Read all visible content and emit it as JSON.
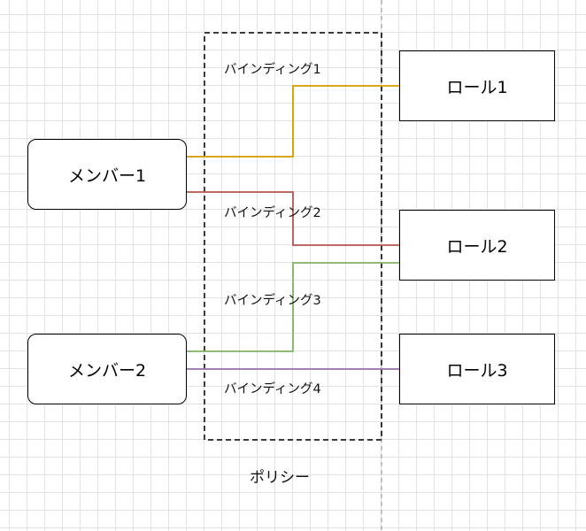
{
  "members": [
    {
      "label": "メンバー1"
    },
    {
      "label": "メンバー2"
    }
  ],
  "roles": [
    {
      "label": "ロール1"
    },
    {
      "label": "ロール2"
    },
    {
      "label": "ロール3"
    }
  ],
  "policy": {
    "label": "ポリシー"
  },
  "bindings": [
    {
      "label": "バインディング1",
      "color": "#d79b00"
    },
    {
      "label": "バインディング2",
      "color": "#b85450"
    },
    {
      "label": "バインディング3",
      "color": "#82b366"
    },
    {
      "label": "バインディング4",
      "color": "#9673a6"
    }
  ]
}
